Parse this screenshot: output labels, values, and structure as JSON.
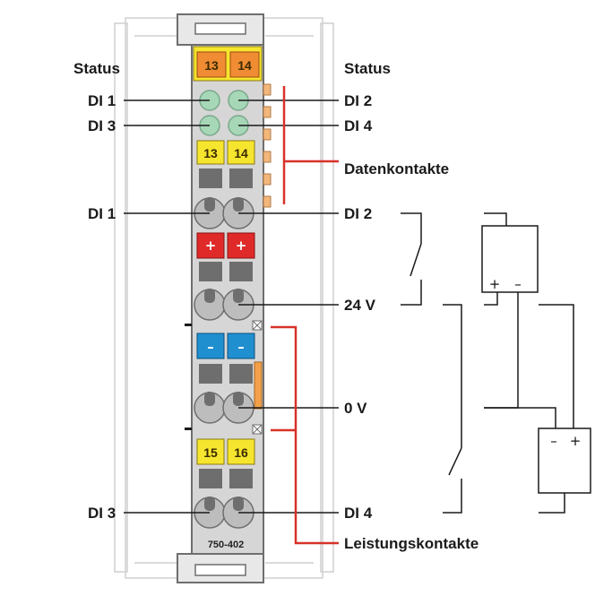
{
  "module": {
    "model": "750-402",
    "status_left": "Status",
    "status_right": "Status",
    "top_plate_labels": [
      "13",
      "14"
    ],
    "mid_plate_labels": [
      "13",
      "14"
    ],
    "bottom_plate_labels": [
      "15",
      "16"
    ],
    "plus_sign": "+",
    "minus_sign": "–"
  },
  "labels": {
    "di1_led": "DI 1",
    "di2_led": "DI 2",
    "di3_led": "DI 3",
    "di4_led": "DI 4",
    "datenkontakte": "Datenkontakte",
    "di1_term": "DI 1",
    "di2_term": "DI 2",
    "v24": "24 V",
    "v0": "0 V",
    "di3_term": "DI 3",
    "di4_term": "DI 4",
    "leistungskontakte": "Leistungskontakte"
  },
  "supply": {
    "upper_plus": "+",
    "upper_minus": "–",
    "lower_minus": "–",
    "lower_plus": "+"
  },
  "colors": {
    "housing": "#d6d6d6",
    "housing_edge": "#6e6e6e",
    "orange_plate": "#f08c33",
    "yellow_plate": "#f6e52e",
    "red_plate": "#e02a2a",
    "blue_plate": "#1f8fd0",
    "led_green": "#a6d8b8",
    "bracket_red": "#d83228",
    "pin_orange": "#f3b77c"
  }
}
